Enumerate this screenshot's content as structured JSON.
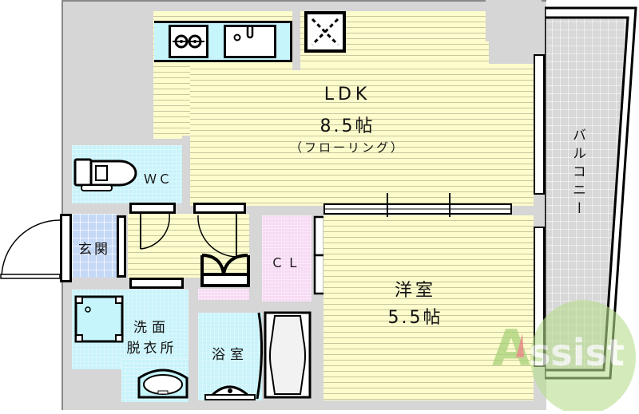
{
  "floorplan": {
    "rooms": {
      "ldk": {
        "name": "LDK",
        "size": "8.5帖",
        "floor_type": "（フローリング）"
      },
      "western": {
        "name": "洋室",
        "size": "5.5帖"
      },
      "wc": {
        "name": "ＷＣ"
      },
      "entrance": {
        "name": "玄関"
      },
      "closet": {
        "name": "ＣＬ"
      },
      "washroom": {
        "line1": "洗面",
        "line2": "脱衣所"
      },
      "bath": {
        "name": "浴室"
      },
      "balcony": {
        "name": "バルコニー"
      }
    },
    "watermark": {
      "text": "Assist",
      "color": "#a8d27a",
      "accent": "#e07a7a"
    },
    "colors": {
      "wall": "#d6d6d6",
      "wood_floor": "#fdfccc",
      "wet_area": "#c8f3fb",
      "entrance": "#c5d9f7",
      "closet": "#f7d9f4",
      "balcony": "#d8d8d8"
    }
  }
}
